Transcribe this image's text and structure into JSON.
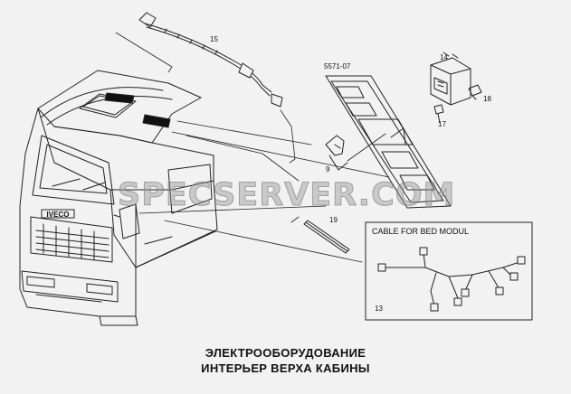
{
  "diagram": {
    "part_numbers": {
      "p15": "15",
      "p14": "14",
      "p18": "18",
      "p17": "17",
      "p9": "9",
      "p19": "19",
      "p13": "13",
      "ref": "5571-07"
    },
    "inset_label": "CABLE FOR BED MODUL",
    "grille_badge": "IVECO",
    "watermark": "SPECSERVER.COM"
  },
  "caption": {
    "line1": "ЭЛЕКТРООБОРУДОВАНИЕ",
    "line2": "ИНТЕРЬЕР ВЕРХА КАБИНЫ"
  }
}
